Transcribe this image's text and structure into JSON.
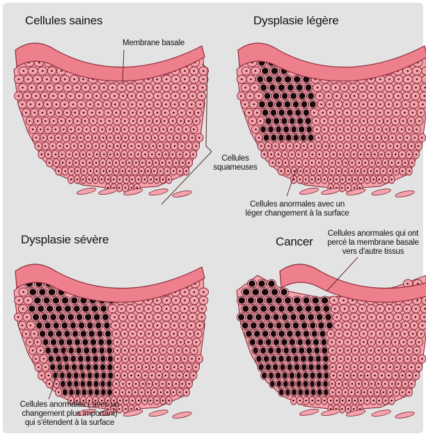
{
  "colors": {
    "background": "#e4e3e3",
    "membrane": "#ee7f8c",
    "membrane_edge": "#8e2e3a",
    "cell_fill": "#f5a3ac",
    "cell_edge": "#7a2330",
    "nucleus": "#2a0e12",
    "abnormal_cell": "#1a0508",
    "leader_line": "#5a2a2a"
  },
  "panels": {
    "healthy": {
      "title": "Cellules saines",
      "label_membrane": "Membrane basale",
      "label_squamous": [
        "Cellules",
        "squameuses"
      ]
    },
    "mild": {
      "title": "Dysplasie légère",
      "label_abnormal": [
        "Cellules anormales avec un",
        "léger changement à la surface"
      ]
    },
    "severe": {
      "title": "Dysplasie sévère",
      "label_abnormal": [
        "Cellules anormales ( avec un",
        "changement plus important)",
        "qui s'étendent à la surface"
      ]
    },
    "cancer": {
      "title": "Cancer",
      "label_abnormal": [
        "Cellules anormales qui ont",
        "percé la membrane basale",
        "vers d'autre tissus"
      ]
    }
  }
}
